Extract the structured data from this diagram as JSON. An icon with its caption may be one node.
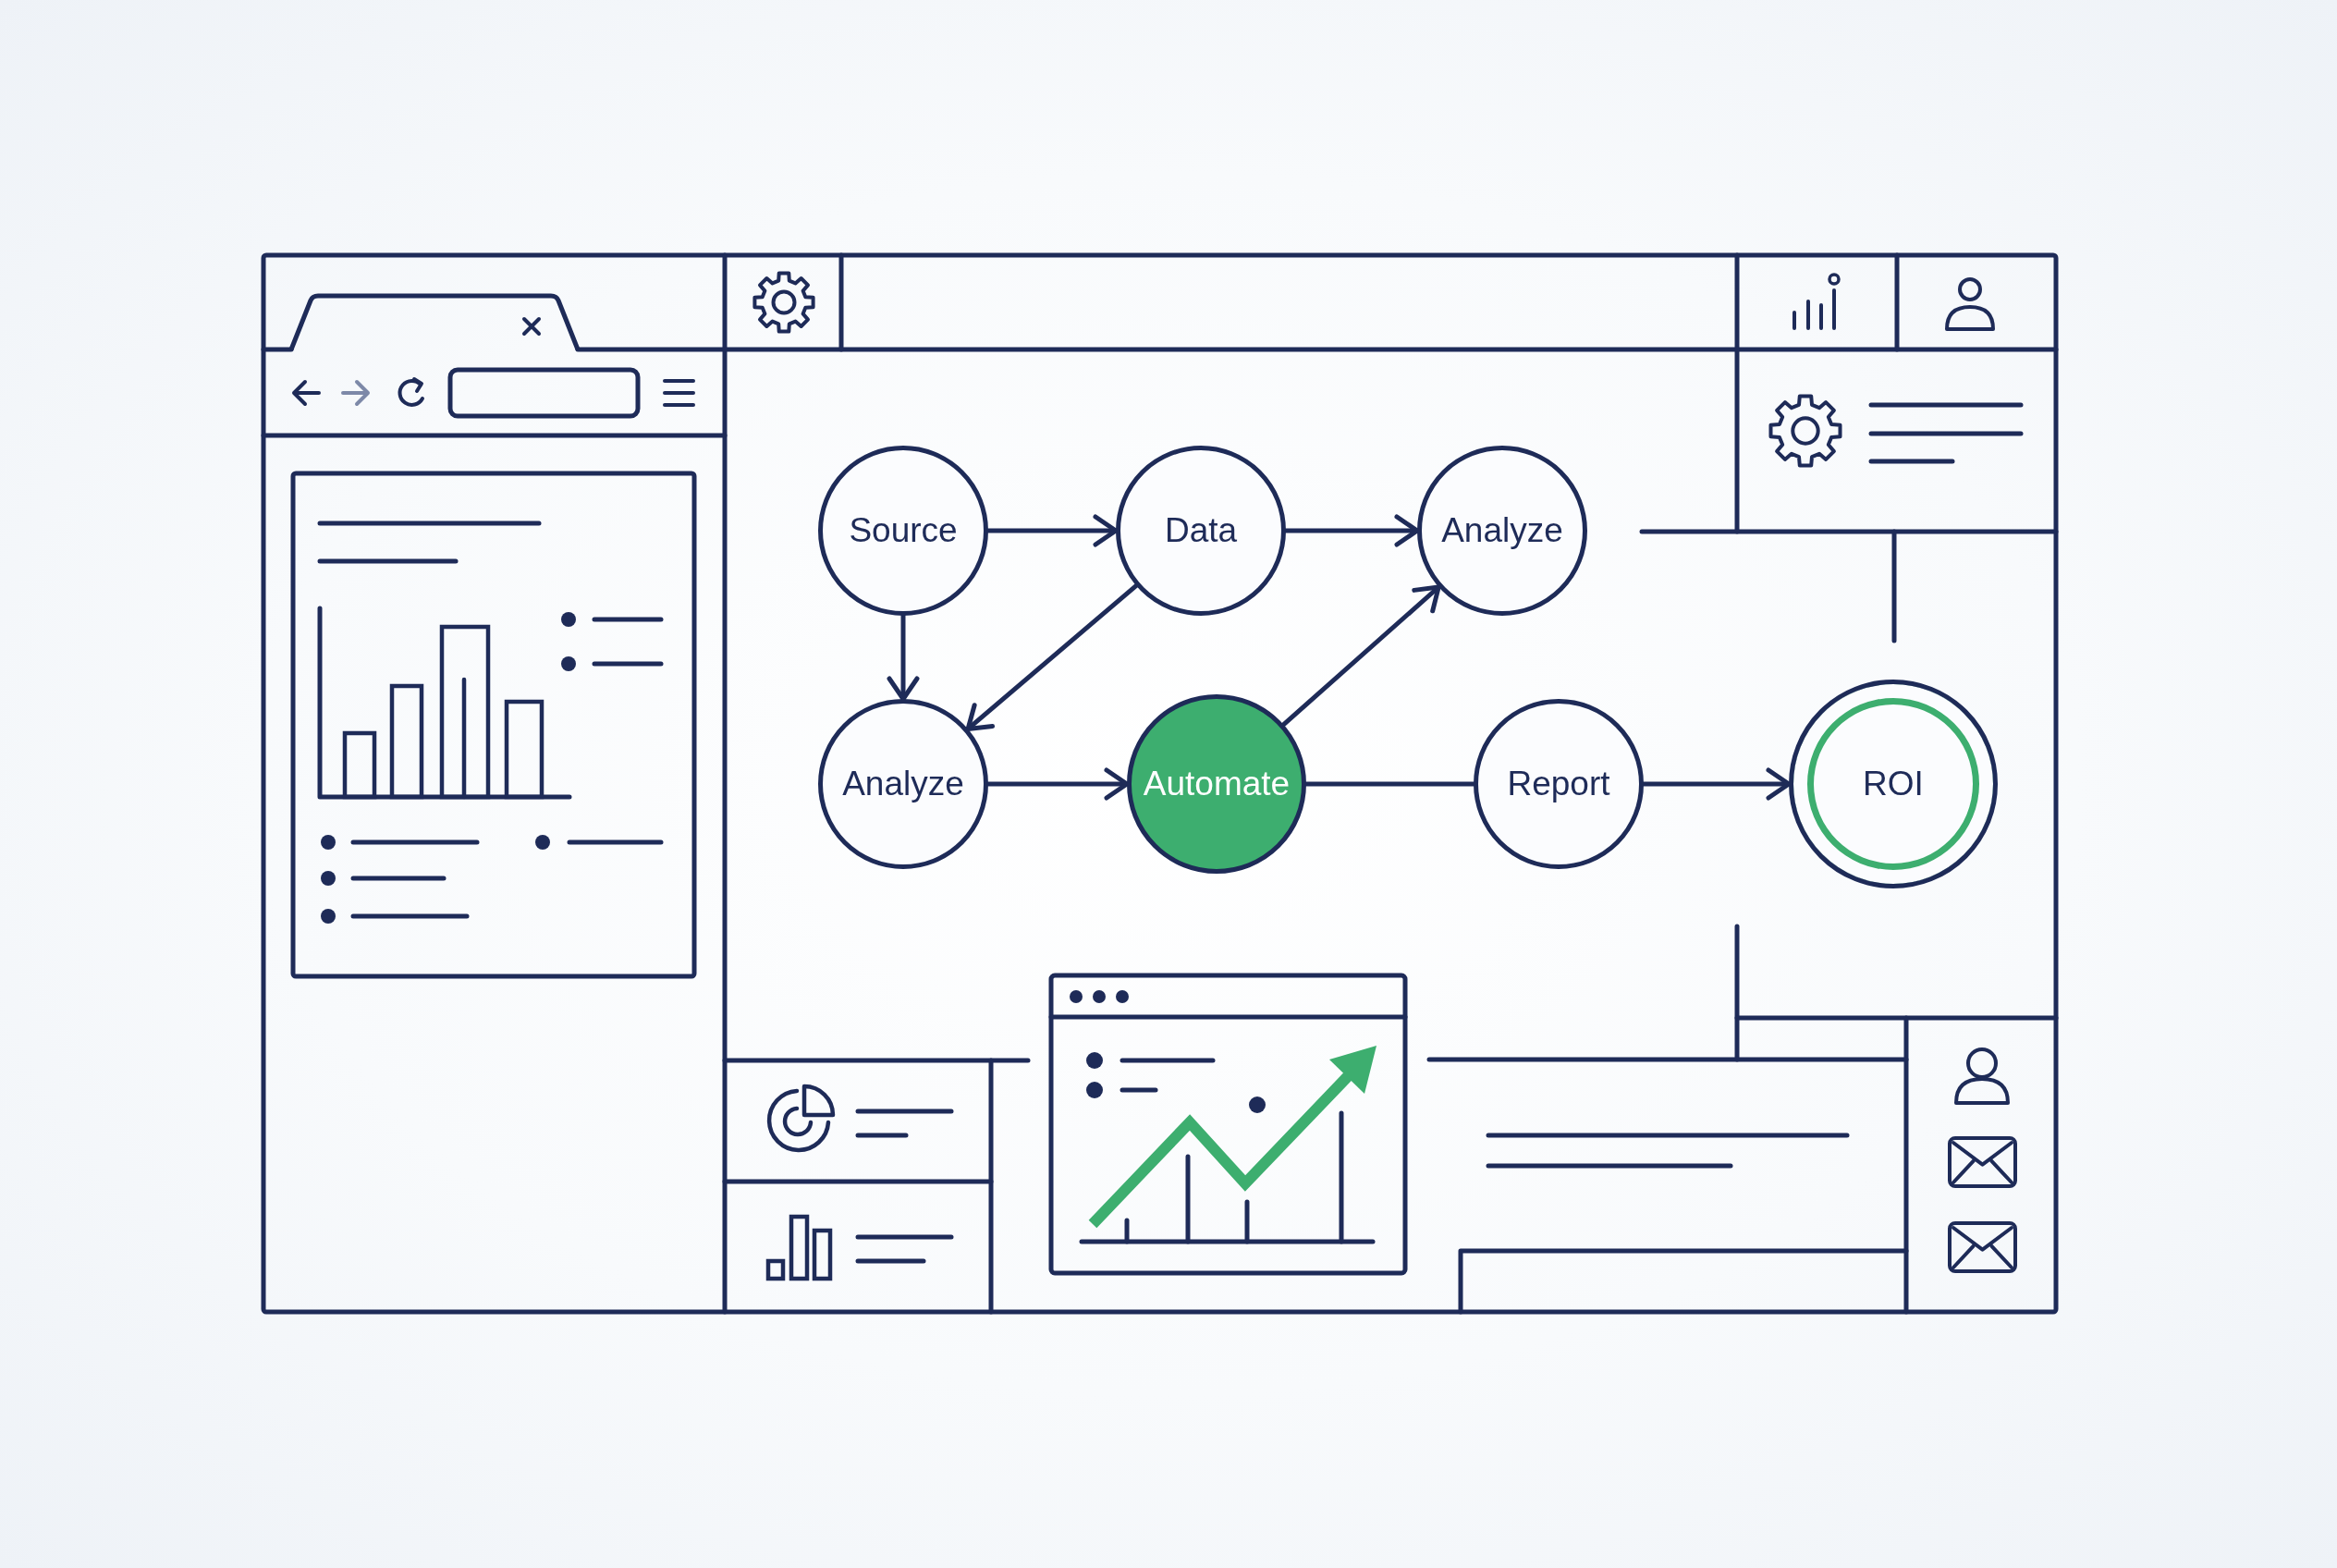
{
  "diagram": {
    "nodes": [
      {
        "text": [
          "Source"
        ]
      },
      {
        "text": [
          "Data"
        ]
      },
      {
        "text": [
          "Analyze"
        ]
      },
      {
        "text": [
          "Analyze"
        ]
      },
      {
        "text": [
          "Automate"
        ]
      },
      {
        "text": [
          "Report"
        ]
      },
      {
        "text": [
          "ROI"
        ]
      }
    ],
    "edges": [
      {
        "from": 0,
        "to": 1,
        "arrow": "to"
      },
      {
        "from": 1,
        "to": 2,
        "arrow": "to"
      },
      {
        "from": 0,
        "to": 3,
        "arrow": "to"
      },
      {
        "from": 1,
        "to": 3,
        "arrow": "to"
      },
      {
        "from": 3,
        "to": 4,
        "arrow": "to"
      },
      {
        "from": 4,
        "to": 2,
        "arrow": "to"
      },
      {
        "from": 4,
        "to": 5,
        "arrow": "none"
      },
      {
        "from": 5,
        "to": 6,
        "arrow": "to"
      }
    ]
  }
}
